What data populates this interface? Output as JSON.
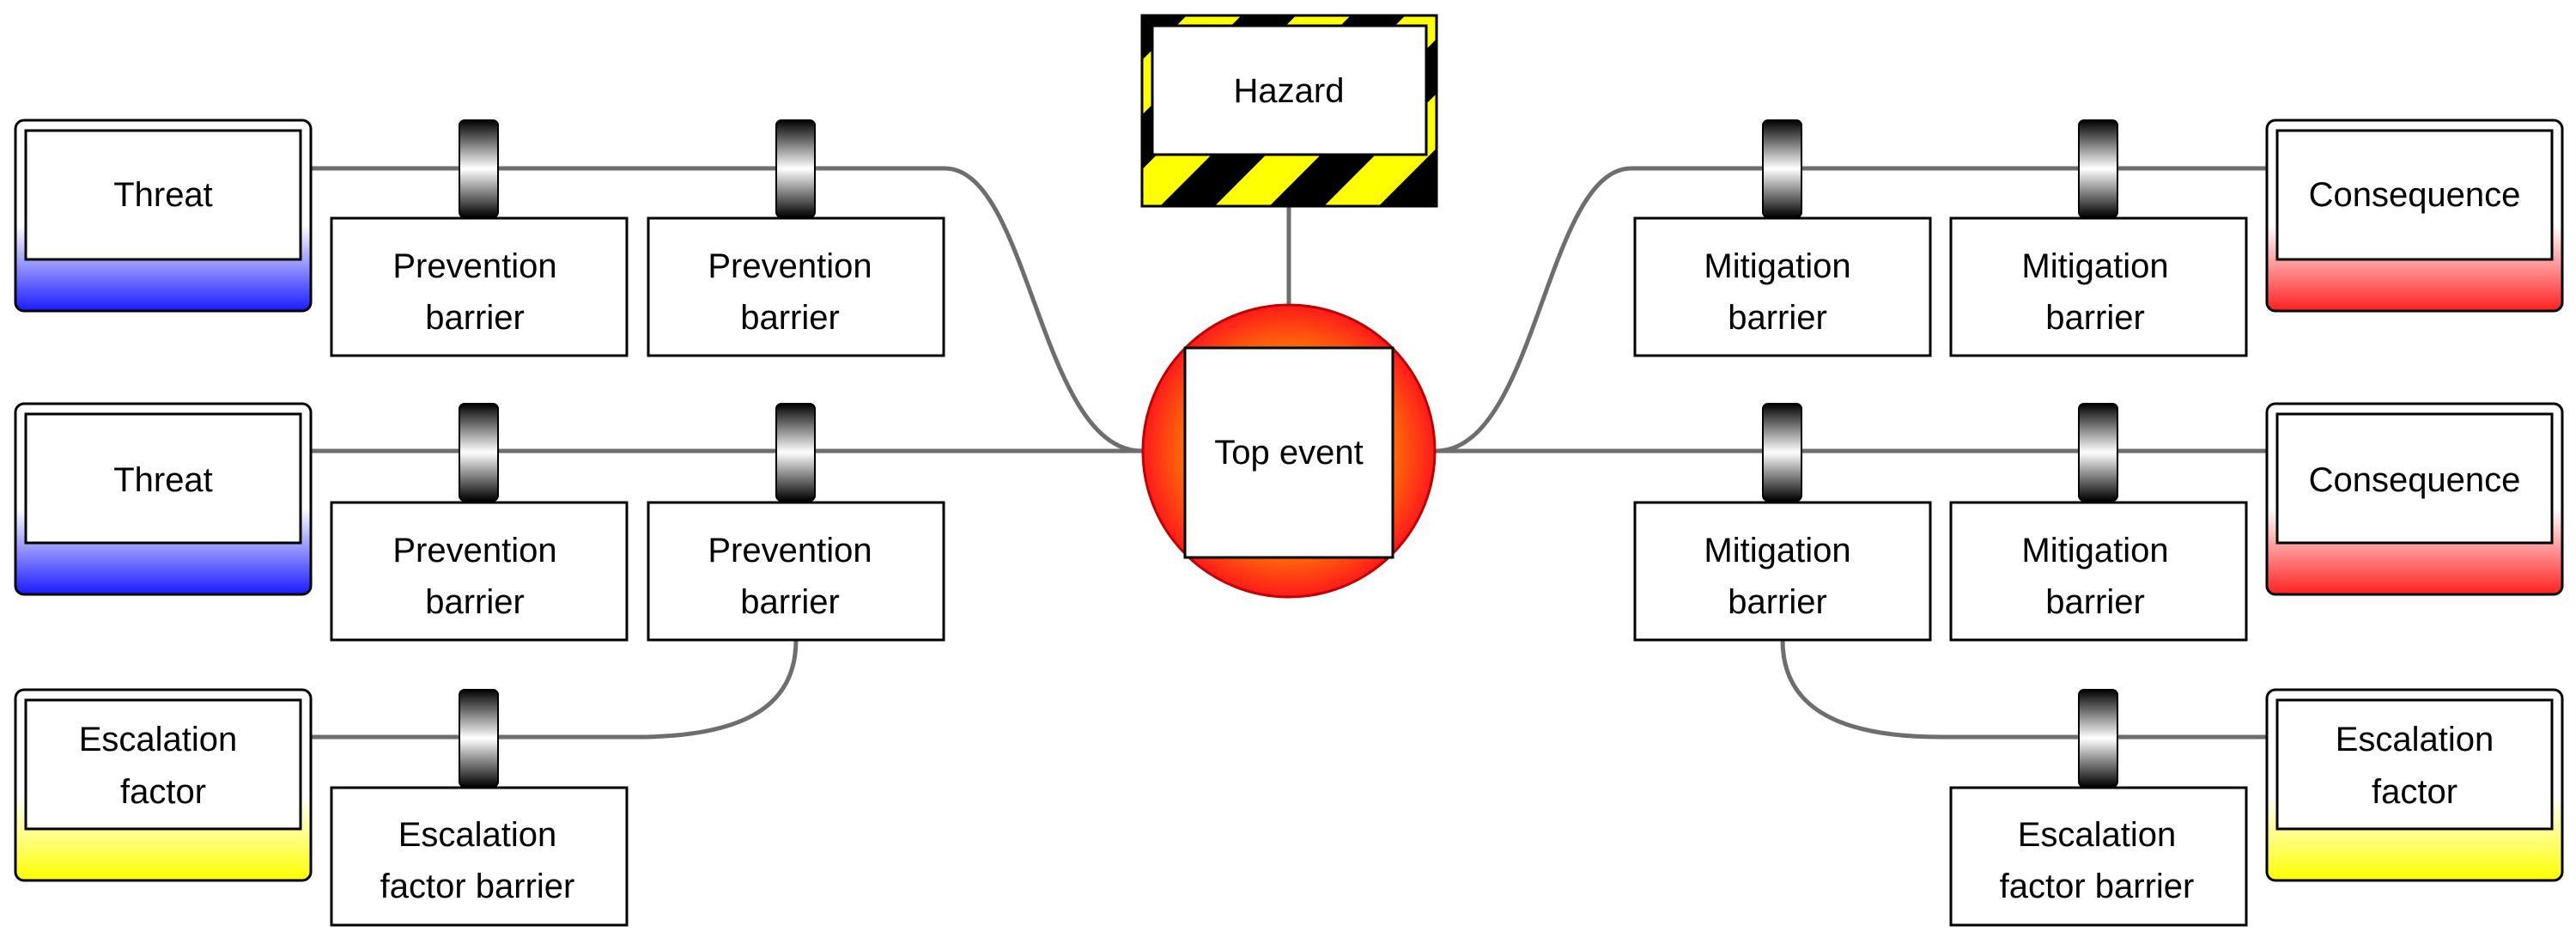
{
  "hazard": {
    "label": "Hazard"
  },
  "top_event": {
    "label": "Top event"
  },
  "threats": [
    {
      "label": "Threat"
    },
    {
      "label": "Threat"
    }
  ],
  "consequences": [
    {
      "label": "Consequence"
    },
    {
      "label": "Consequence"
    }
  ],
  "escalation_factors": [
    {
      "line1": "Escalation",
      "line2": "factor"
    },
    {
      "line1": "Escalation",
      "line2": "factor"
    }
  ],
  "prevention_barriers": [
    {
      "line1": "Prevention",
      "line2": "barrier"
    },
    {
      "line1": "Prevention",
      "line2": "barrier"
    },
    {
      "line1": "Prevention",
      "line2": "barrier"
    },
    {
      "line1": "Prevention",
      "line2": "barrier"
    }
  ],
  "mitigation_barriers": [
    {
      "line1": "Mitigation",
      "line2": "barrier"
    },
    {
      "line1": "Mitigation",
      "line2": "barrier"
    },
    {
      "line1": "Mitigation",
      "line2": "barrier"
    },
    {
      "line1": "Mitigation",
      "line2": "barrier"
    }
  ],
  "escalation_factor_barriers": [
    {
      "line1": "Escalation",
      "line2": "factor barrier"
    },
    {
      "line1": "Escalation",
      "line2": "factor barrier"
    }
  ],
  "colors": {
    "threat": "#1a1aff",
    "consequence": "#ff2020",
    "escalation": "#ffff00",
    "hazard_stripe_yellow": "#ffff00",
    "hazard_stripe_black": "#000000",
    "top_event_red": "#ff1a1a",
    "top_event_orange": "#ff9900",
    "connector": "#6e6e6e"
  }
}
